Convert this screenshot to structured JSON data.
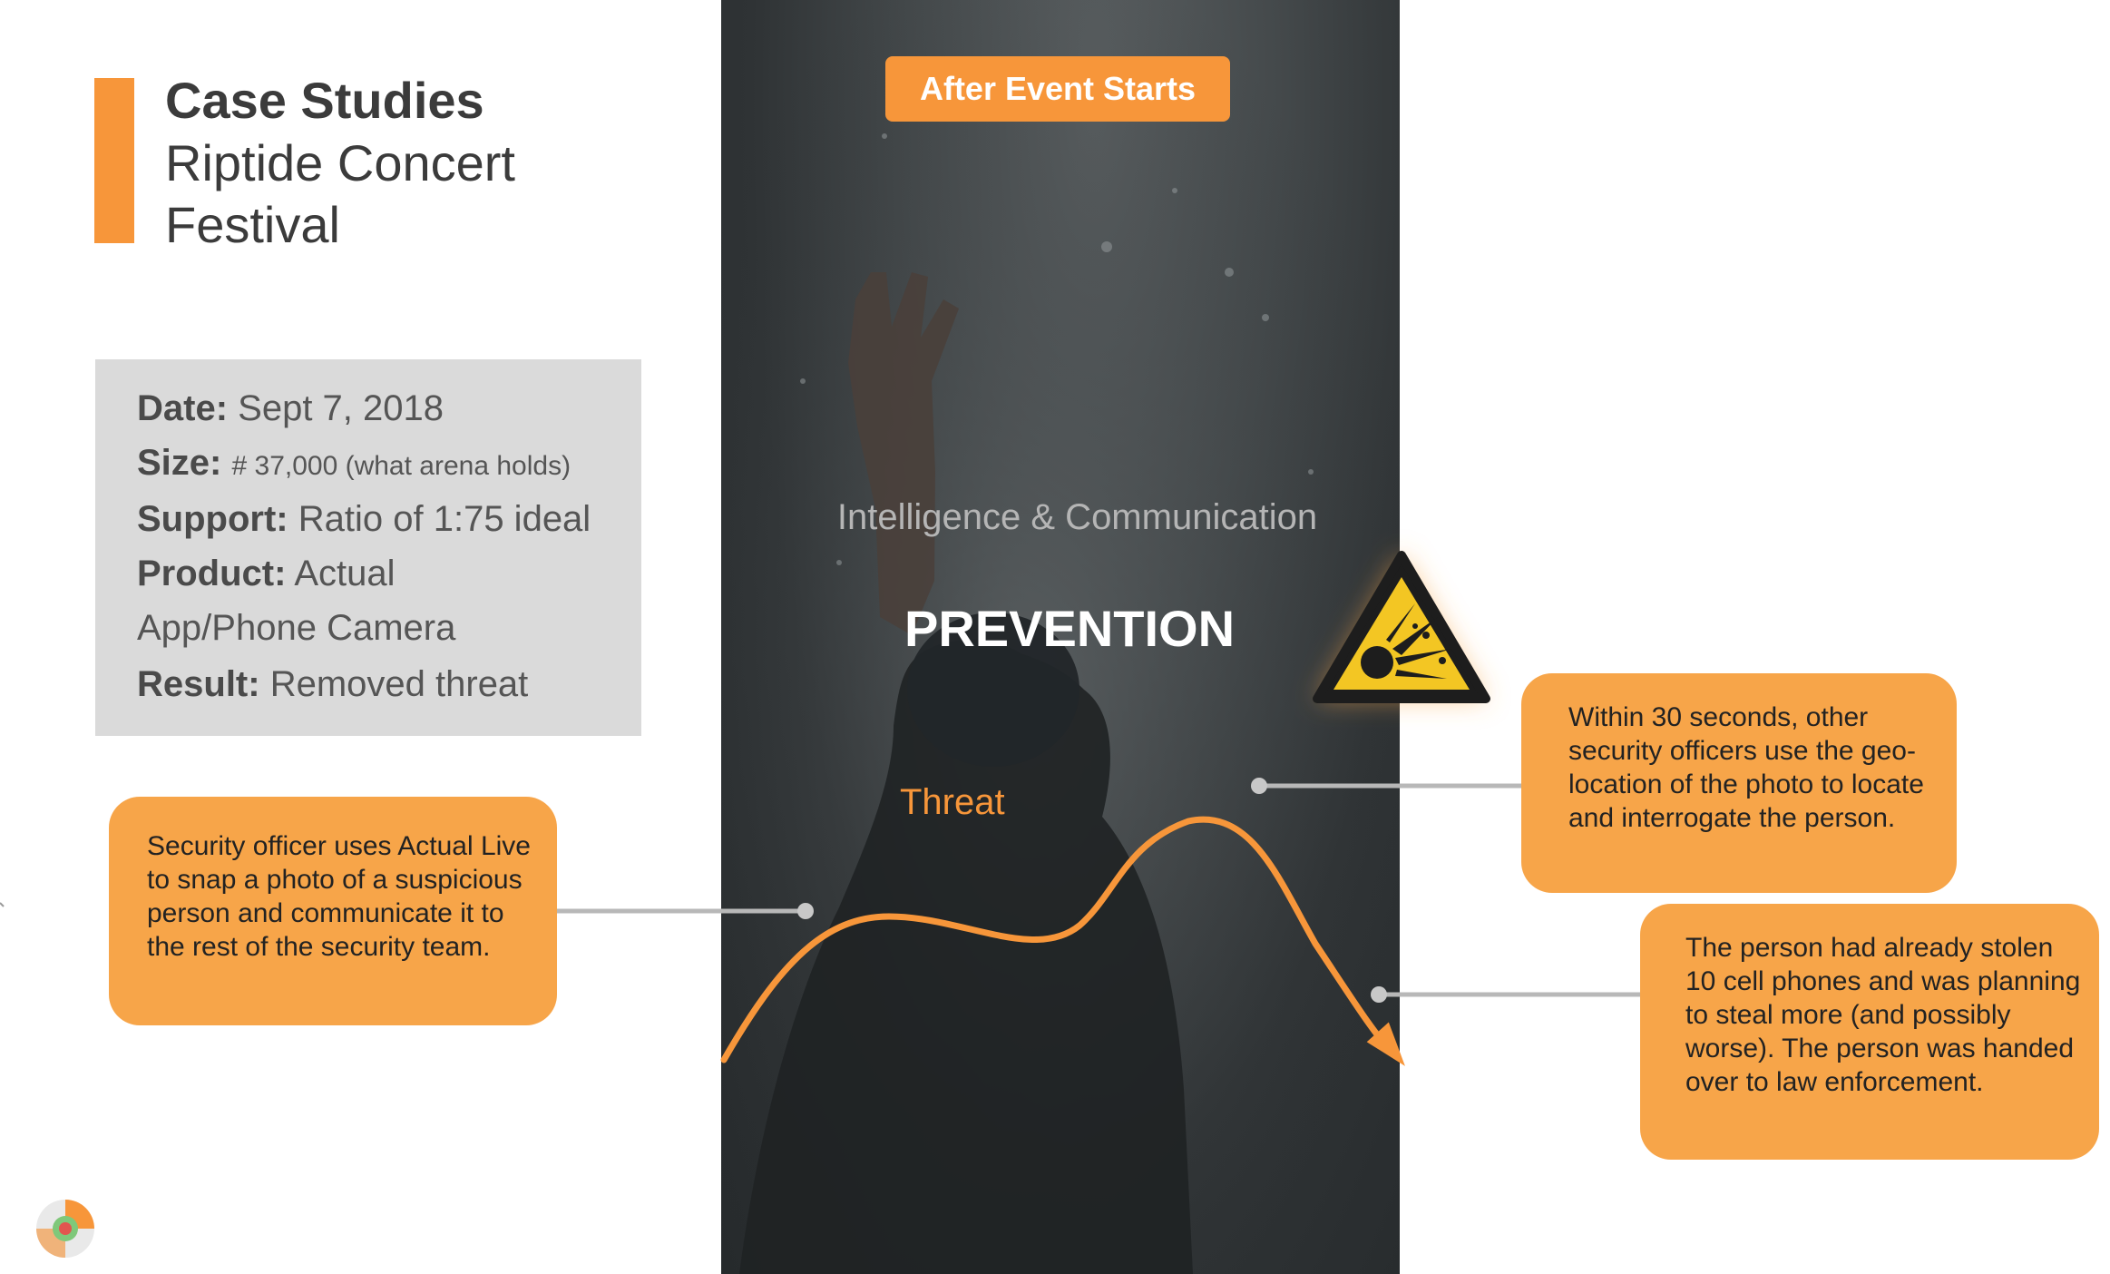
{
  "title": {
    "main": "Case Studies",
    "sub": "Riptide Concert Festival"
  },
  "details": {
    "date_label": "Date:",
    "date_value": "Sept 7, 2018",
    "size_label": "Size:",
    "size_value": "# 37,000 (what arena holds)",
    "support_label": "Support:",
    "support_value": "Ratio of 1:75 ideal",
    "product_label": "Product:",
    "product_value": "Actual",
    "product_value_2": "App/Phone Camera",
    "result_label": "Result:",
    "result_value": "Removed threat"
  },
  "badge": {
    "label": "After Event Starts"
  },
  "center": {
    "intel_label": "Intelligence & Communication",
    "prevention": "PREVENTION",
    "threat": "Threat"
  },
  "callouts": {
    "left": "Security officer uses Actual Live to snap a photo of a suspicious person and communicate it to the rest of the security team.",
    "right1": "Within 30 seconds, other security officers use the geo-location of the photo to locate and interrogate the person.",
    "right2": "The person had already stolen 10 cell phones and was planning to steal more (and possibly worse). The person was handed over to law enforcement."
  },
  "icons": {
    "warning": "explosive-warning-icon",
    "logo": "brand-logo-icon"
  },
  "colors": {
    "accent": "#f7963a",
    "callout": "#f7a549",
    "details_bg": "#dadada"
  }
}
